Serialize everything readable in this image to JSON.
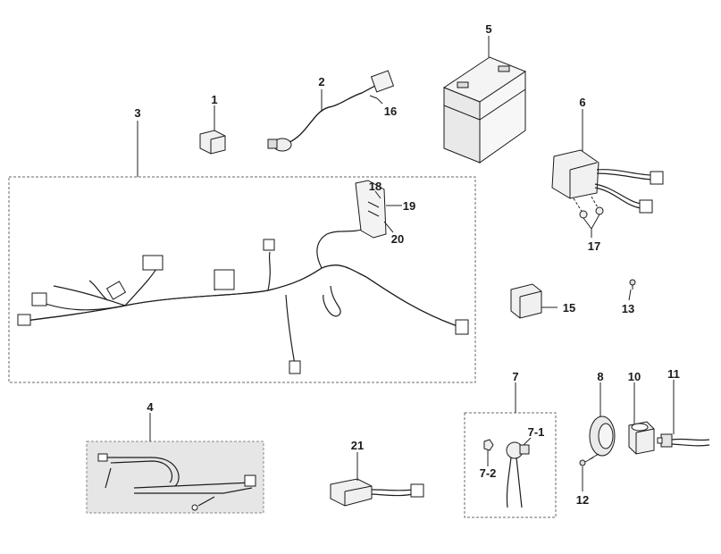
{
  "callouts": {
    "c1": "1",
    "c2": "2",
    "c3": "3",
    "c4": "4",
    "c5": "5",
    "c6": "6",
    "c7": "7",
    "c7_1": "7-1",
    "c7_2": "7-2",
    "c8": "8",
    "c10": "10",
    "c11": "11",
    "c12": "12",
    "c13": "13",
    "c15": "15",
    "c16": "16",
    "c17": "17",
    "c18": "18",
    "c19": "19",
    "c20": "20",
    "c21": "21"
  },
  "colors": {
    "ink": "#1a1a1a",
    "fill": "#f2f2f2",
    "panel": "#e6e6e6",
    "frame": "#6a6a6a"
  },
  "icons": [
    "connector-icon",
    "sensor-icon",
    "battery-icon",
    "regulator-icon",
    "relay-icon",
    "horn-icon",
    "switch-icon",
    "bolt-icon",
    "resistor-icon"
  ]
}
